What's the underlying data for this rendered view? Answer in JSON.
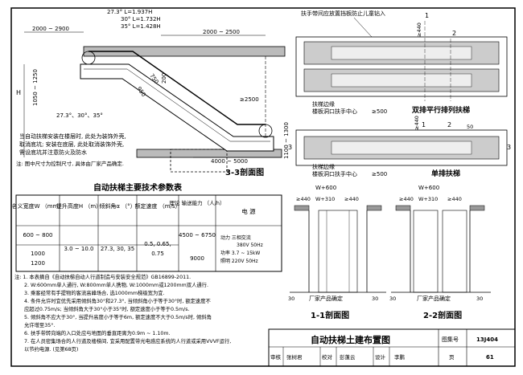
{
  "section33": {
    "title": "3-3剖面图",
    "dim_top_left": "2000 ~ 2900",
    "dim_top_right": "2000 ~ 2500",
    "angle_rows": [
      "27.3°  L=1.937H",
      "30°  L=1.732H",
      "35°  L=1.428H"
    ],
    "dim_left_vertical": "1050 ~ 1250",
    "dim_h": "H",
    "dim_950": "950",
    "dim_750": "750",
    "dim_200": "200",
    "dim_2500": "≥2500",
    "angles_label": "27.3°、30°、35°",
    "dim_bottom": "4000 ~ 5000",
    "dim_right_vertical": "1100 ~ 1300",
    "note_lines": [
      "当自动扶梯安装在楼层时, 此处为装饰外壳,",
      "取消底坑; 安装在底层, 此处取消装饰外壳,",
      "需设底坑并注意防火及防水"
    ],
    "note_size": "注: 图中尺寸为控制尺寸, 具体由厂家产品确定."
  },
  "plan_view": {
    "callout": "扶手带间应放置挡板防止儿童钻入",
    "edge_label": "扶梯边缘",
    "hole_label": "楼板洞口扶手中心",
    "gap_500": "≥500",
    "gap_440": "≥440",
    "gap_50": "50",
    "section_marks": [
      "1",
      "1",
      "2",
      "2",
      "3",
      "3"
    ],
    "double_title": "双排平行排列扶梯",
    "single_title": "单排扶梯"
  },
  "spec_table": {
    "title": "自动扶梯主要技术参数表",
    "headers": [
      "名义宽度W\n（mm）",
      "提升高度H\n（m）",
      "倾斜角α\n（°）",
      "额定速度\n（m/s）",
      "理论\n输送能力\n（人/h）",
      "电    源"
    ],
    "widths": [
      "600 ~ 800",
      "1000",
      "1200"
    ],
    "rise": "3.0 ~ 10.0",
    "angles": "27.3, 30, 35",
    "speed": [
      "0.5, 0.65,",
      "0.75"
    ],
    "capacity": [
      "4500 ~ 6750",
      "9000"
    ],
    "power": [
      "动力  三相交流",
      "380V  50Hz",
      "功率  3.7 ~ 15kW",
      "照明  220V  50Hz"
    ]
  },
  "sections12": {
    "dim_w600": "W+600",
    "dim_440": "≥440",
    "dim_310": "W+310",
    "dim_30": "30",
    "maker_note": "厂家产品确定",
    "title1": "1-1剖面图",
    "title2": "2-2剖面图"
  },
  "notes": [
    "注: 1. 本表摘自《自动扶梯自动人行道制造与安装安全规范》GB16899-2011.",
    "2. W:600mm单人通行, W:800mm单人携物, W:1000mm或1200mm双人通行.",
    "3. 乘客经常有手提物的客流高峰场合, 选1000mm梯级宽为宜.",
    "4. 条件允许时宜优先采用倾斜角30°和27.3°, 当倾斜角小于等于30°时, 额定速度不",
    "    应超过0.75m/s; 当倾斜角大于30°小于35°时, 额定速度小于等于0.5m/s.",
    "5. 倾斜角不应大于30°, 当提升高度小于等于6m, 额定速度不大于0.5m/s时, 倾斜角",
    "    允许增至35°.",
    "6. 扶手带转向端的入口处应与地面的垂直距离为0.9m ~ 1.10m.",
    "7. 在人员密集场合的人行道及楼梯间, 宜采用配置带光电感应系统的人行道或采用VVVF运行,",
    "    以节约电源. (见第68页)"
  ],
  "title_block": {
    "drawing_title": "自动扶梯土建布置图",
    "atlas_label": "图集号",
    "atlas_number": "13J404",
    "row2": [
      "审核",
      "张树君",
      "校对",
      "彭蓬云",
      "设计",
      "李鹏",
      "页",
      "61"
    ]
  }
}
